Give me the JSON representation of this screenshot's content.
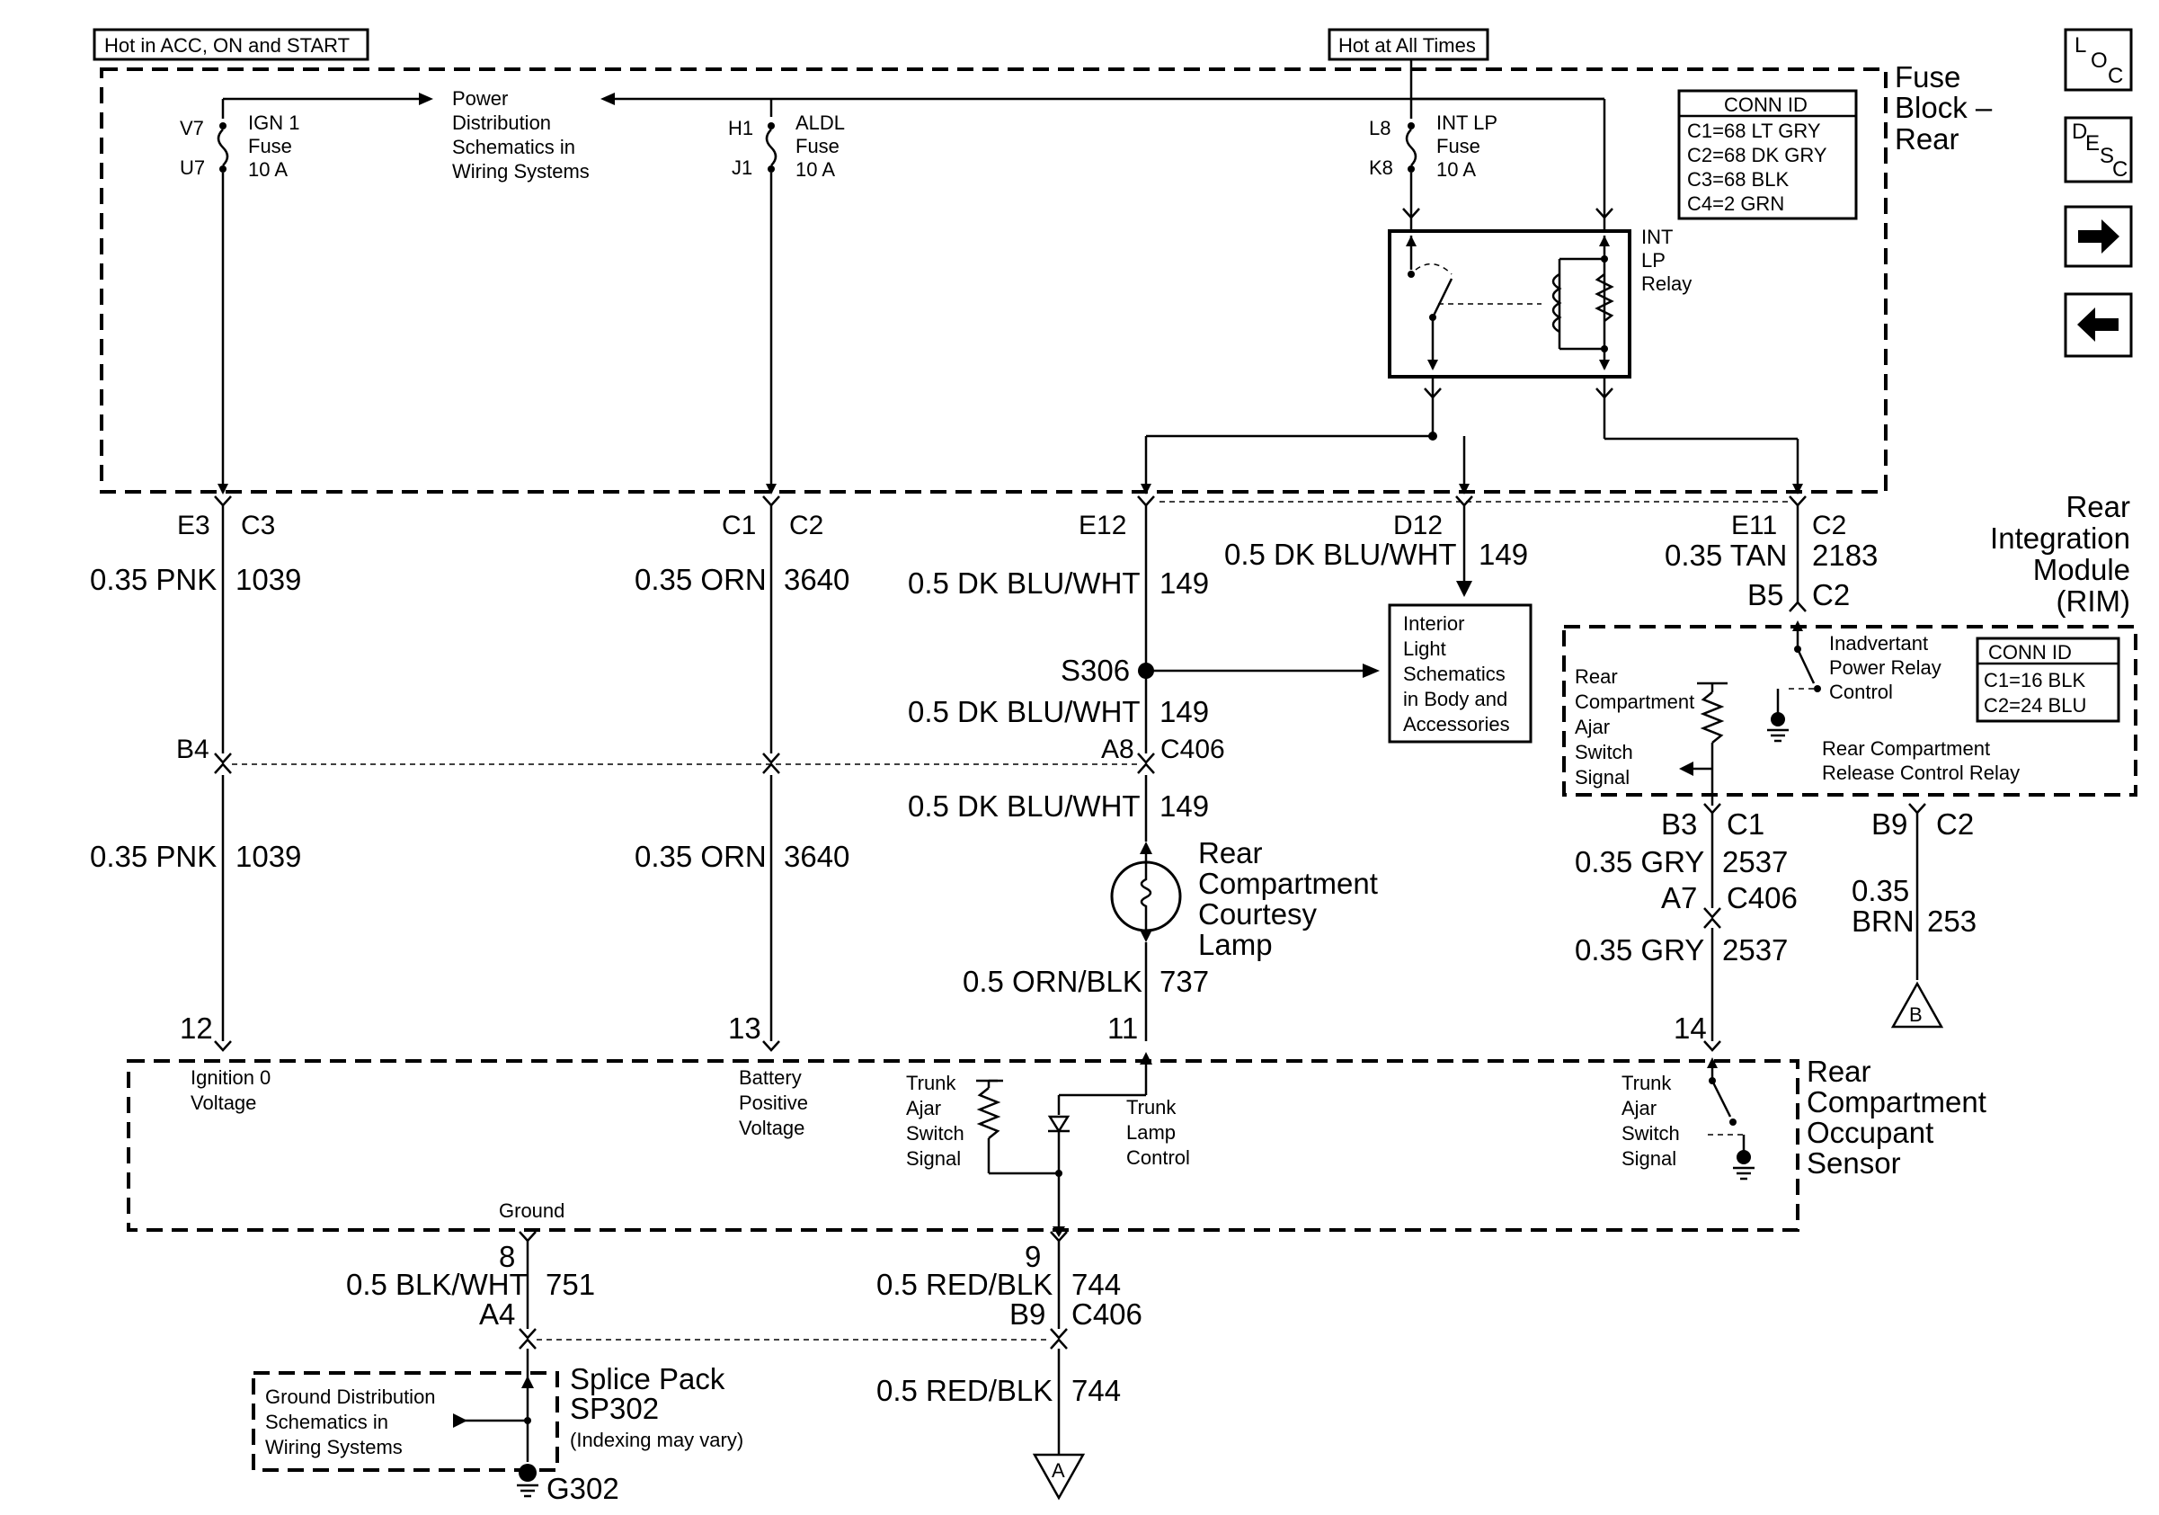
{
  "header": {
    "hot_acc": "Hot in ACC, ON and START",
    "hot_all": "Hot at All Times"
  },
  "fuse_block": {
    "title_1": "Fuse",
    "title_2": "Block –",
    "title_3": "Rear",
    "conn_id": {
      "title": "CONN ID",
      "rows": [
        "C1=68 LT GRY",
        "C2=68 DK GRY",
        "C3=68 BLK",
        "C4=2 GRN"
      ]
    },
    "fuses": [
      {
        "top": "V7",
        "bottom": "U7",
        "name": "IGN 1",
        "word": "Fuse",
        "rating": "10 A"
      },
      {
        "top": "H1",
        "bottom": "J1",
        "name": "ALDL",
        "word": "Fuse",
        "rating": "10 A"
      },
      {
        "top": "L8",
        "bottom": "K8",
        "name": "INT LP",
        "word": "Fuse",
        "rating": "10 A"
      }
    ],
    "power_dist": [
      "Power",
      "Distribution",
      "Schematics in",
      "Wiring Systems"
    ],
    "relay": [
      "INT",
      "LP",
      "Relay"
    ]
  },
  "connectors": {
    "e3": "E3",
    "c3": "C3",
    "c1a": "C1",
    "c2a": "C2",
    "e12": "E12",
    "d12": "D12",
    "e11": "E11",
    "c2b": "C2",
    "b5": "B5",
    "c2c": "C2",
    "b4": "B4",
    "a8": "A8",
    "c406a": "C406",
    "b3": "B3",
    "c1b": "C1",
    "a7": "A7",
    "c406b": "C406",
    "b9top": "B9",
    "c2d": "C2",
    "p12": "12",
    "p13": "13",
    "p11": "11",
    "p14": "14",
    "p8": "8",
    "p9": "9",
    "a4": "A4",
    "b9bot": "B9",
    "c406c": "C406"
  },
  "wires": {
    "pnk_color": "0.35 PNK",
    "pnk_ckt": "1039",
    "orn_color": "0.35 ORN",
    "orn_ckt": "3640",
    "dkblu_color": "0.5 DK BLU/WHT",
    "dkblu_ckt": "149",
    "tan_color": "0.35 TAN",
    "tan_ckt": "2183",
    "orn_blk_color": "0.5 ORN/BLK",
    "orn_blk_ckt": "737",
    "gry_color": "0.35 GRY",
    "gry_ckt": "2537",
    "brn_color_1": "0.35",
    "brn_color_2": "BRN",
    "brn_ckt": "253",
    "blk_wht_color": "0.5 BLK/WHT",
    "blk_wht_ckt": "751",
    "red_blk_color": "0.5 RED/BLK",
    "red_blk_ckt": "744"
  },
  "splice": {
    "s306": "S306"
  },
  "interior_light": [
    "Interior",
    "Light",
    "Schematics",
    "in Body and",
    "Accessories"
  ],
  "lamp": [
    "Rear",
    "Compartment",
    "Courtesy",
    "Lamp"
  ],
  "rim": {
    "title": [
      "Rear",
      "Integration",
      "Module",
      "(RIM)"
    ],
    "conn_id": {
      "title": "CONN ID",
      "rows": [
        "C1=16 BLK",
        "C2=24 BLU"
      ]
    },
    "switch_signal": [
      "Rear",
      "Compartment",
      "Ajar",
      "Switch",
      "Signal"
    ],
    "inadvertant": [
      "Inadvertant",
      "Power Relay",
      "Control"
    ],
    "release_relay": [
      "Rear Compartment",
      "Release Control Relay"
    ]
  },
  "occupant_sensor": {
    "title": [
      "Rear",
      "Compartment",
      "Occupant",
      "Sensor"
    ],
    "ign_voltage": [
      "Ignition 0",
      "Voltage"
    ],
    "batt_voltage": [
      "Battery",
      "Positive",
      "Voltage"
    ],
    "trunk_ajar_left": [
      "Trunk",
      "Ajar",
      "Switch",
      "Signal"
    ],
    "trunk_lamp": [
      "Trunk",
      "Lamp",
      "Control"
    ],
    "trunk_ajar_right": [
      "Trunk",
      "Ajar",
      "Switch",
      "Signal"
    ],
    "ground": "Ground"
  },
  "ground_dist": [
    "Ground Distribution",
    "Schematics in",
    "Wiring Systems"
  ],
  "splice_pack": {
    "name_1": "Splice Pack",
    "name_2": "SP302",
    "note": "(Indexing may vary)"
  },
  "g302": "G302",
  "offpage": {
    "a": "A",
    "b": "B"
  },
  "nav": {
    "loc": {
      "l": "L",
      "o": "O",
      "c": "C"
    },
    "desc": {
      "d": "D",
      "e": "E",
      "s": "S",
      "c": "C"
    }
  }
}
